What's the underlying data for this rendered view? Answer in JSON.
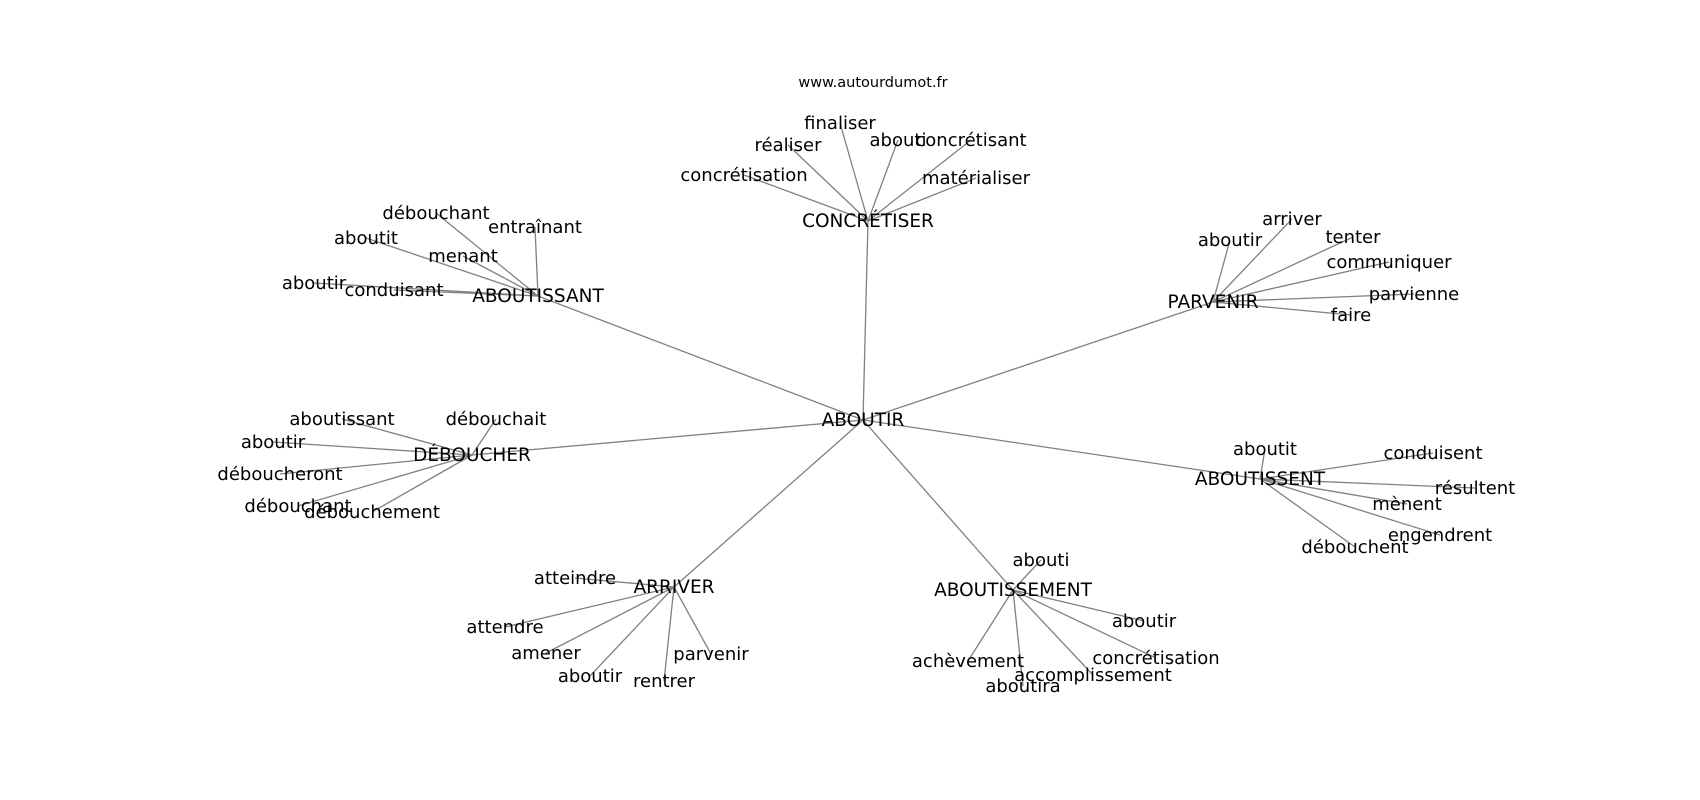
{
  "credit": "www.autourdumot.fr",
  "graph": {
    "root": "ABOUTIR",
    "hubs": [
      {
        "label": "CONCRÉTISER",
        "children": [
          "finaliser",
          "réaliser",
          "abouti",
          "concrétisant",
          "concrétisation",
          "matérialiser"
        ]
      },
      {
        "label": "ABOUTISSANT",
        "children": [
          "débouchant",
          "entraînant",
          "aboutit",
          "menant",
          "aboutir",
          "conduisant"
        ]
      },
      {
        "label": "PARVENIR",
        "children": [
          "arriver",
          "aboutir",
          "tenter",
          "communiquer",
          "parvienne",
          "faire"
        ]
      },
      {
        "label": "DÉBOUCHER",
        "children": [
          "aboutissant",
          "débouchait",
          "aboutir",
          "déboucheront",
          "débouchant",
          "débouchement"
        ]
      },
      {
        "label": "ABOUTISSENT",
        "children": [
          "aboutit",
          "conduisent",
          "résultent",
          "mènent",
          "engendrent",
          "débouchent"
        ]
      },
      {
        "label": "ARRIVER",
        "children": [
          "atteindre",
          "attendre",
          "amener",
          "aboutir",
          "rentrer",
          "parvenir"
        ]
      },
      {
        "label": "ABOUTISSEMENT",
        "children": [
          "abouti",
          "aboutir",
          "achèvement",
          "concrétisation",
          "accomplissement",
          "aboutira"
        ]
      }
    ]
  }
}
